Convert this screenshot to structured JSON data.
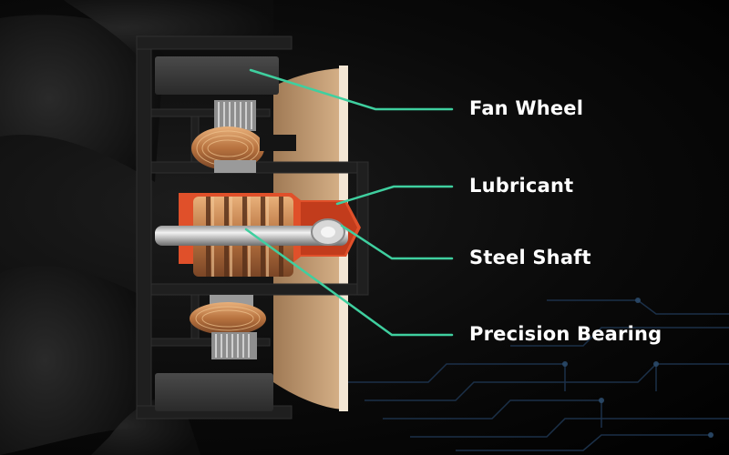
{
  "diagram": {
    "labels": [
      {
        "id": "fan-wheel",
        "text": "Fan Wheel"
      },
      {
        "id": "lubricant",
        "text": "Lubricant"
      },
      {
        "id": "steel-shaft",
        "text": "Steel Shaft"
      },
      {
        "id": "precision-bearing",
        "text": "Precision Bearing"
      }
    ],
    "colors": {
      "leader_line": "#3fcf9f",
      "label_text": "#ffffff",
      "housing": "#1f1f1f",
      "lubricant": "#e0502a",
      "copper": "#c98a55",
      "fan_disc": "#c9a27a",
      "circuit_traces": "#1e3550"
    }
  }
}
